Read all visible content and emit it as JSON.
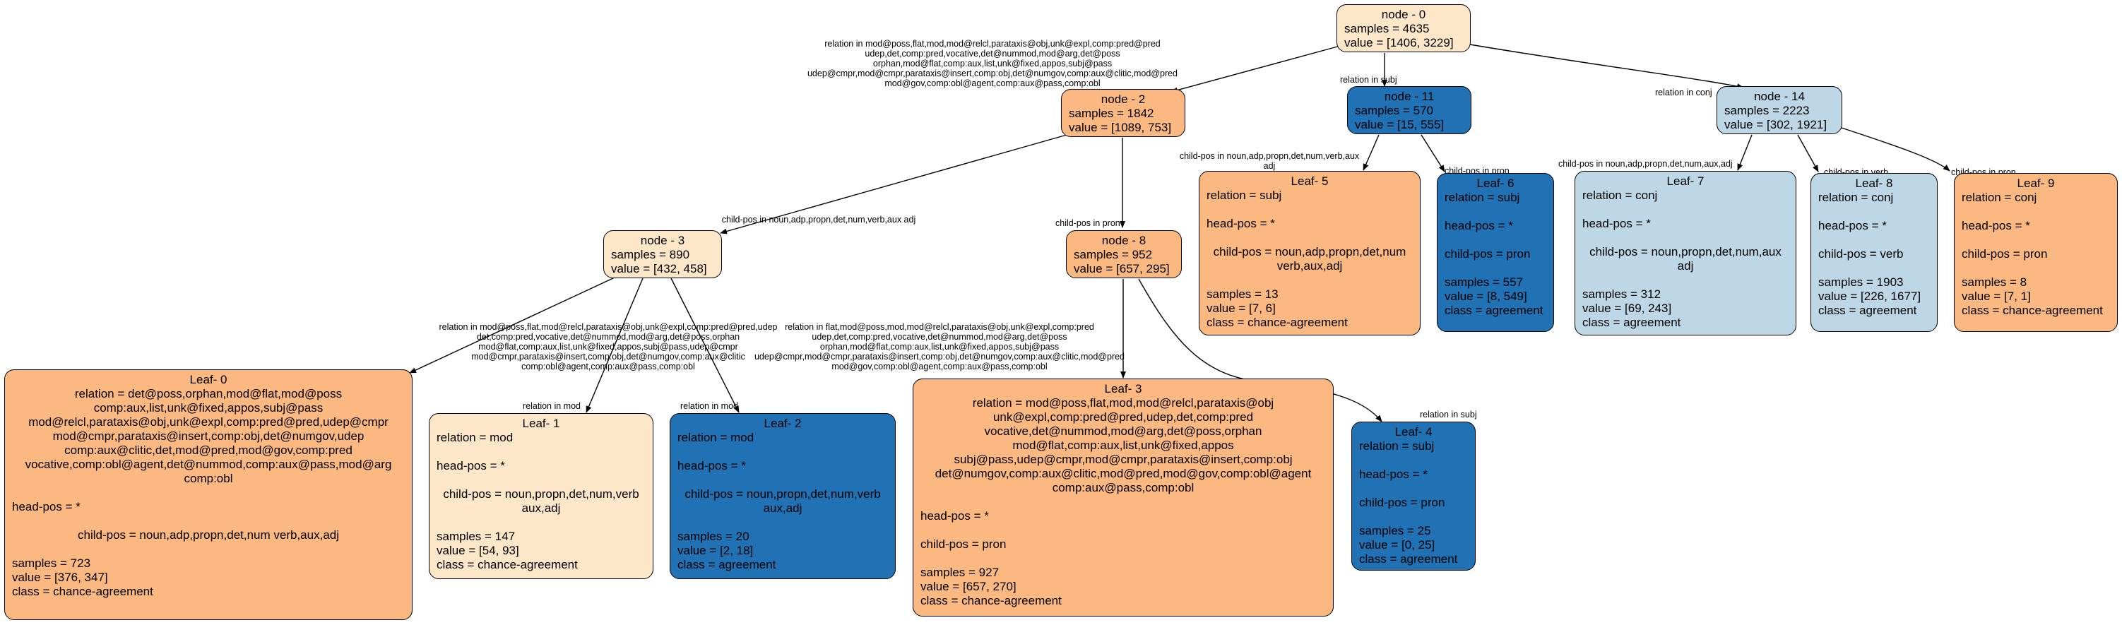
{
  "colors": {
    "light_orange": "#fee7c8",
    "orange": "#fbb880",
    "dark_blue": "#2171b5",
    "light_blue": "#bdd7e7"
  },
  "nodes": {
    "n0": {
      "title": "node - 0",
      "samples": "samples = 4635",
      "value": "value = [1406, 3229]"
    },
    "n2": {
      "title": "node - 2",
      "samples": "samples = 1842",
      "value": "value = [1089, 753]"
    },
    "n11": {
      "title": "node - 11",
      "samples": "samples = 570",
      "value": "value = [15, 555]"
    },
    "n14": {
      "title": "node - 14",
      "samples": "samples = 2223",
      "value": "value = [302, 1921]"
    },
    "n3": {
      "title": "node - 3",
      "samples": "samples = 890",
      "value": "value = [432, 458]"
    },
    "n8": {
      "title": "node - 8",
      "samples": "samples = 952",
      "value": "value = [657, 295]"
    }
  },
  "leaves": {
    "l0": {
      "title": "Leaf- 0",
      "relation": "relation = det@poss,orphan,mod@flat,mod@poss comp:aux,list,unk@fixed,appos,subj@pass mod@relcl,parataxis@obj,unk@expl,comp:pred@pred,udep@cmpr mod@cmpr,parataxis@insert,comp:obj,det@numgov,udep comp:aux@clitic,det,mod@pred,mod@gov,comp:pred vocative,comp:obl@agent,det@nummod,comp:aux@pass,mod@arg comp:obl",
      "head": "head-pos = *",
      "child": "child-pos = noun,adp,propn,det,num verb,aux,adj",
      "samples": "samples = 723",
      "value": "value = [376, 347]",
      "class": "class = chance-agreement"
    },
    "l1": {
      "title": "Leaf- 1",
      "relation": "relation = mod",
      "head": "head-pos = *",
      "child": "child-pos = noun,propn,det,num,verb aux,adj",
      "samples": "samples = 147",
      "value": "value = [54, 93]",
      "class": "class = chance-agreement"
    },
    "l2": {
      "title": "Leaf- 2",
      "relation": "relation = mod",
      "head": "head-pos = *",
      "child": "child-pos = noun,propn,det,num,verb aux,adj",
      "samples": "samples = 20",
      "value": "value = [2, 18]",
      "class": "class = agreement"
    },
    "l3": {
      "title": "Leaf- 3",
      "relation": "relation = mod@poss,flat,mod,mod@relcl,parataxis@obj unk@expl,comp:pred@pred,udep,det,comp:pred vocative,det@nummod,mod@arg,det@poss,orphan mod@flat,comp:aux,list,unk@fixed,appos subj@pass,udep@cmpr,mod@cmpr,parataxis@insert,comp:obj det@numgov,comp:aux@clitic,mod@pred,mod@gov,comp:obl@agent comp:aux@pass,comp:obl",
      "head": "head-pos = *",
      "child": "child-pos = pron",
      "samples": "samples = 927",
      "value": "value = [657, 270]",
      "class": "class = chance-agreement"
    },
    "l4": {
      "title": "Leaf- 4",
      "relation": "relation = subj",
      "head": "head-pos = *",
      "child": "child-pos = pron",
      "samples": "samples = 25",
      "value": "value = [0, 25]",
      "class": "class = agreement"
    },
    "l5": {
      "title": "Leaf- 5",
      "relation": "relation = subj",
      "head": "head-pos = *",
      "child": "child-pos = noun,adp,propn,det,num verb,aux,adj",
      "samples": "samples = 13",
      "value": "value = [7, 6]",
      "class": "class = chance-agreement"
    },
    "l6": {
      "title": "Leaf- 6",
      "relation": "relation = subj",
      "head": "head-pos = *",
      "child": "child-pos = pron",
      "samples": "samples = 557",
      "value": "value = [8, 549]",
      "class": "class = agreement"
    },
    "l7": {
      "title": "Leaf- 7",
      "relation": "relation = conj",
      "head": "head-pos = *",
      "child": "child-pos = noun,propn,det,num,aux adj",
      "samples": "samples = 312",
      "value": "value = [69, 243]",
      "class": "class = agreement"
    },
    "l8": {
      "title": "Leaf- 8",
      "relation": "relation = conj",
      "head": "head-pos = *",
      "child": "child-pos = verb",
      "samples": "samples = 1903",
      "value": "value = [226, 1677]",
      "class": "class = agreement"
    },
    "l9": {
      "title": "Leaf- 9",
      "relation": "relation = conj",
      "head": "head-pos = *",
      "child": "child-pos = pron",
      "samples": "samples = 8",
      "value": "value = [7, 1]",
      "class": "class = chance-agreement"
    }
  },
  "edges": {
    "e0_2": "relation in mod@poss,flat,mod,mod@relcl,parataxis@obj,unk@expl,comp:pred@pred udep,det,comp:pred,vocative,det@nummod,mod@arg,det@poss orphan,mod@flat,comp:aux,list,unk@fixed,appos,subj@pass udep@cmpr,mod@cmpr,parataxis@insert,comp:obj,det@numgov,comp:aux@clitic,mod@pred mod@gov,comp:obl@agent,comp:aux@pass,comp:obl",
    "e0_11": "relation in subj",
    "e0_14": "relation in conj",
    "e2_3": "child-pos in noun,adp,propn,det,num,verb,aux adj",
    "e2_8": "child-pos in pron",
    "e11_5": "child-pos in noun,adp,propn,det,num,verb,aux adj",
    "e11_6": "child-pos in pron",
    "e14_7": "child-pos in noun,adp,propn,det,num,aux,adj",
    "e14_8": "child-pos in verb",
    "e14_9": "child-pos in pron",
    "e3_0": "relation in mod@poss,flat,mod@relcl,parataxis@obj,unk@expl,comp:pred@pred,udep det,comp:pred,vocative,det@nummod,mod@arg,det@poss,orphan mod@flat,comp:aux,list,unk@fixed,appos,subj@pass,udep@cmpr mod@cmpr,parataxis@insert,comp:obj,det@numgov,comp:aux@clitic comp:obl@agent,comp:aux@pass,comp:obl",
    "e3_1": "relation in mod",
    "e3_2": "relation in mod",
    "e8_3": "relation in flat,mod@poss,mod,mod@relcl,parataxis@obj,unk@expl,comp:pred udep,det,comp:pred,vocative,det@nummod,mod@arg,det@poss orphan,mod@flat,comp:aux,list,unk@fixed,appos,subj@pass udep@cmpr,mod@cmpr,parataxis@insert,comp:obj,det@numgov,comp:aux@clitic,mod@pred mod@gov,comp:obl@agent,comp:aux@pass,comp:obl",
    "e8_4": "relation in subj"
  }
}
